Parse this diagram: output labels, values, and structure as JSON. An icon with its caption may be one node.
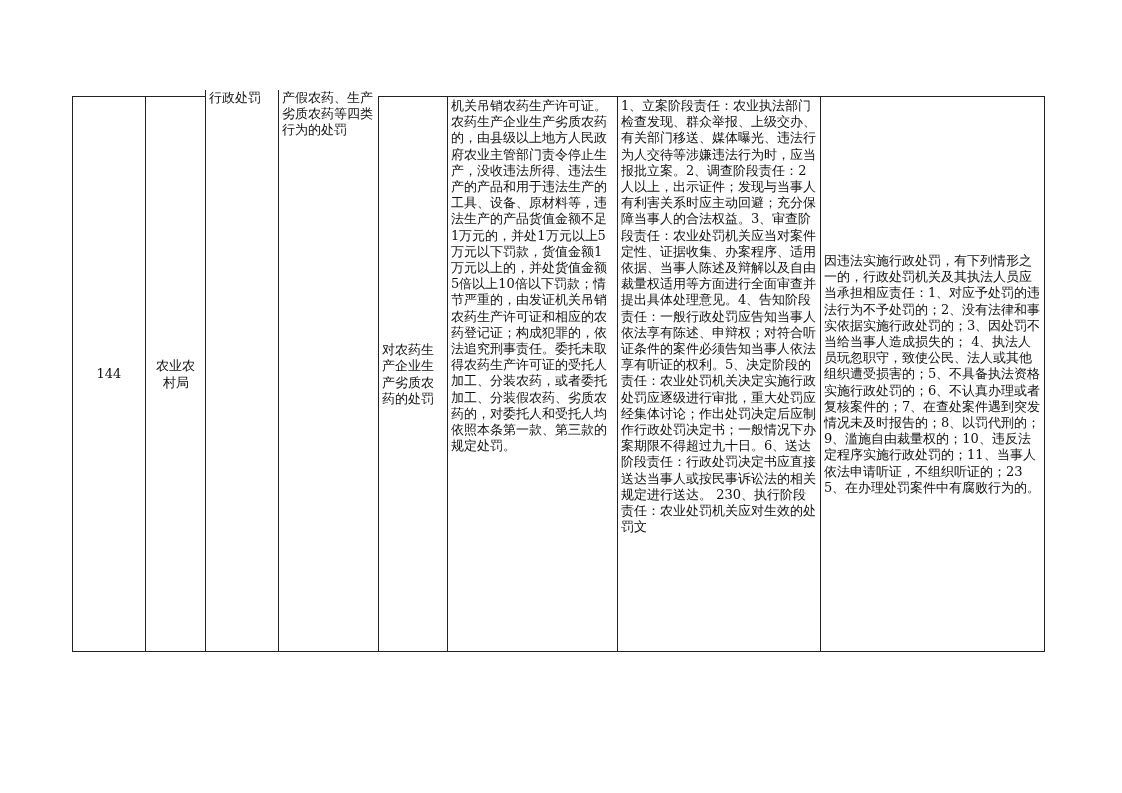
{
  "diagram": {
    "labels": [
      "144",
      "农业农村局",
      "行政处罚",
      "产假农药、生产劣质农药等四类行为的处罚",
      "对农药生产企业生产劣质农药的处罚",
      "机关吊销农药生产许可证。农药生产企业生产劣质农药的，由县级以上地方人民政府农业主管部门责令停止生产，没收违法所得、违法生产的产品和用于违法生产的工具、设备、原材料等，违法生产的产品货值金额不足1万元的，并处1万元以上5万元以下罚款，货值金额1万元以上的，并处货值金额5倍以上10倍以下罚款；情节严重的，由发证机关吊销农药生产许可证和相应的农药登记证；构成犯罪的，依法追究刑事责任。委托未取得农药生产许可证的受托人加工、分装农药，或者委托加工、分装假农药、劣质农药的，对委托人和受托人均依照本条第一款、第三款的规定处罚。",
      "1、立案阶段责任：农业执法部门检查发现、群众举报、上级交办、有关部门移送、媒体曝光、违法行为人交待等涉嫌违法行为时，应当报批立案。2、调查阶段责任：2人以上，出示证件；发现与当事人有利害关系时应主动回避；充分保障当事人的合法权益。3、审查阶段责任：农业处罚机关应当对案件定性、证据收集、办案程序、适用依据、当事人陈述及辩解以及自由裁量权适用等方面进行全面审查并提出具体处理意见。4、告知阶段责任：一般行政处罚应告知当事人依法享有陈述、申辩权；对符合听证条件的案件必须告知当事人依法享有听证的权利。5、决定阶段的责任：农业处罚机关决定实施行政处罚应逐级进行审批，重大处罚应经集体讨论；作出处罚决定后应制作行政处罚决定书；一般情况下办案期限不得超过九十日。6、送达阶段责任：行政处罚决定书应直接送达当事人或按民事诉讼法的相关规定进行送达。 230、执行阶段责任：农业处罚机关应对生效的处罚文",
      "因违法实施行政处罚，有下列情形之一的，行政处罚机关及其执法人员应当承担相应责任：1、对应予处罚的违法行为不予处罚的；2、没有法律和事实依据实施行政处罚的；3、因处罚不当给当事人造成损失的； 4、执法人员玩忽职守，致使公民、法人或其他组织遭受损害的；5、不具备执法资格实施行政处罚的；6、不认真办理或者复核案件的；7、在查处案件遇到突发情况未及时报告的；8、以罚代刑的；9、滥施自由裁量权的；10、违反法定程序实施行政处罚的；11、当事人依法申请听证，不组织听证的；235、在办理处罚案件中有腐败行为的。"
    ]
  }
}
